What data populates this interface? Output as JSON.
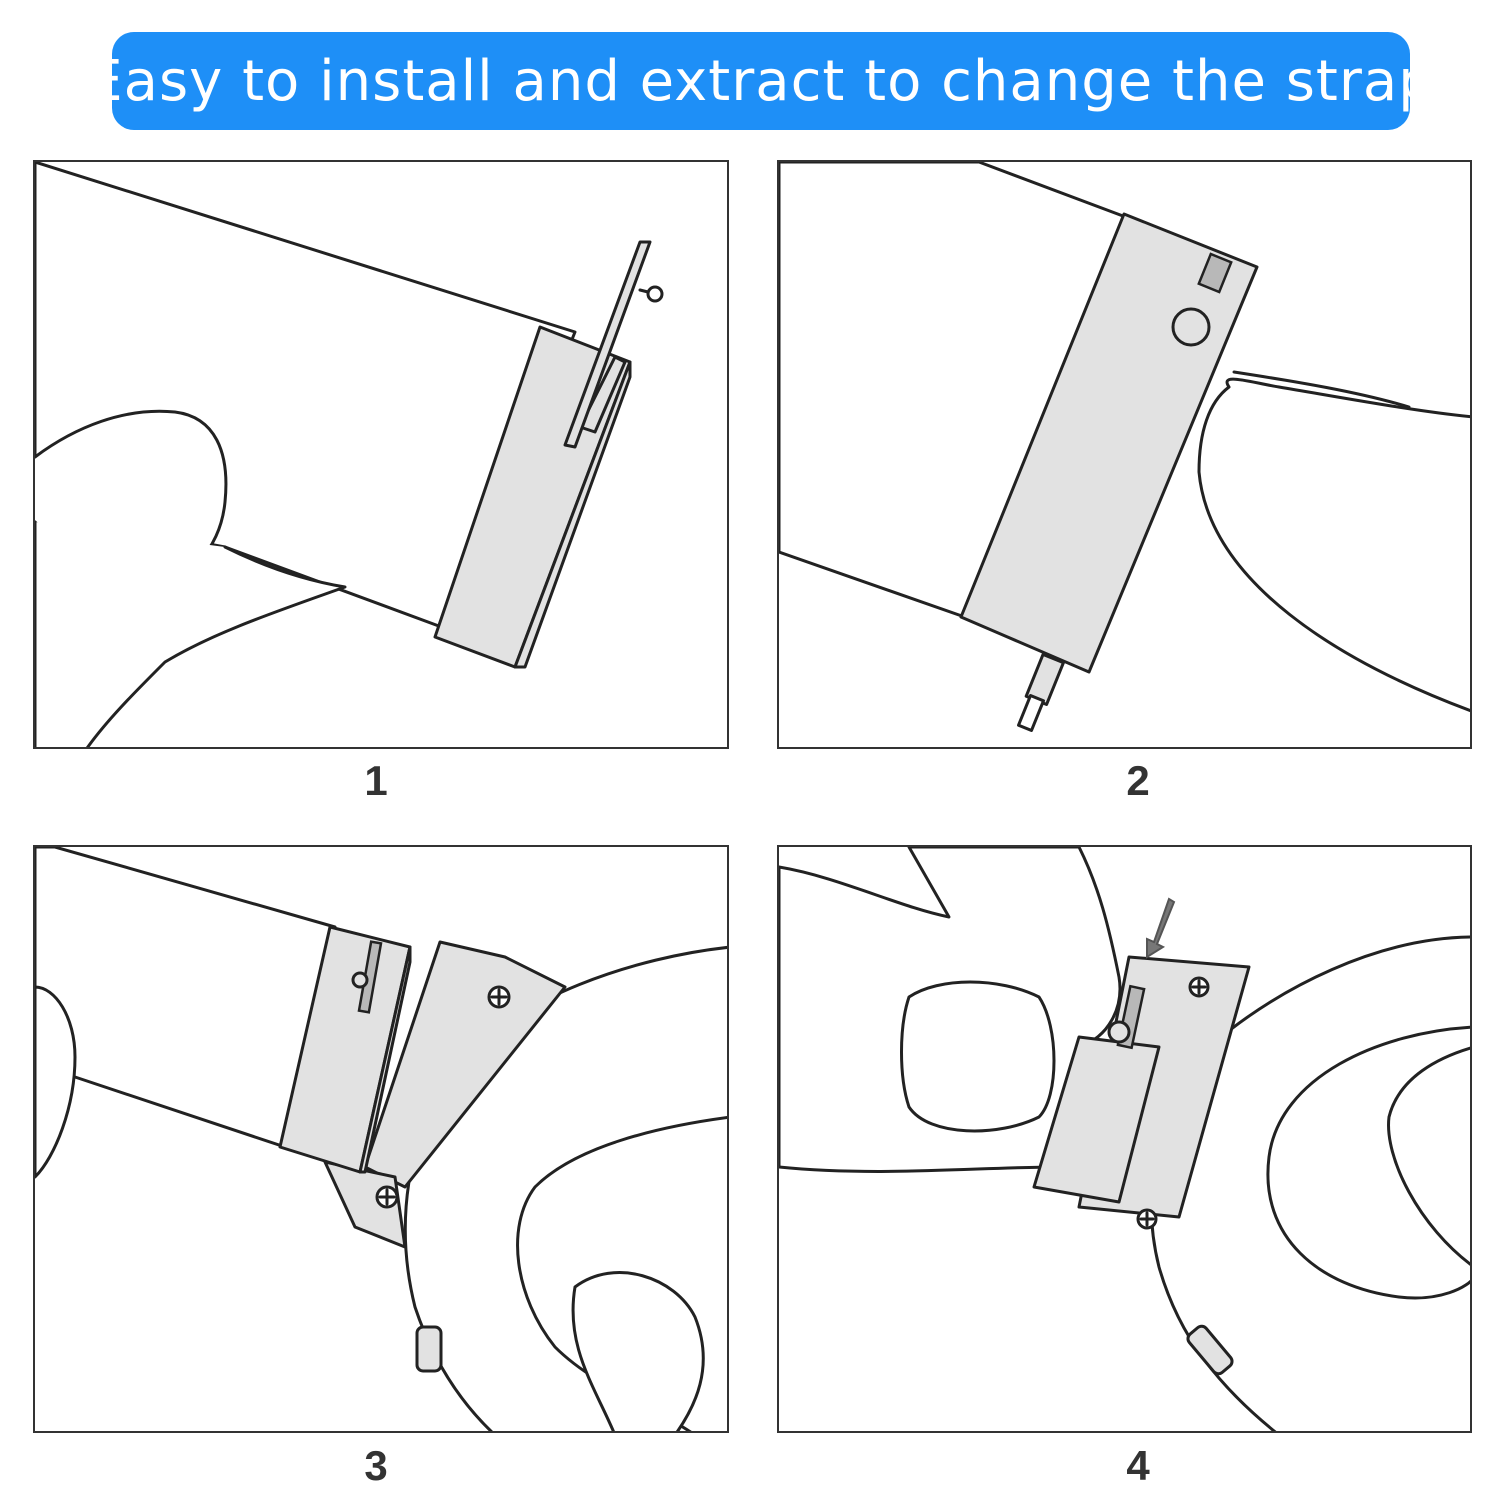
{
  "header": {
    "title": "Easy to install and extract to change the strap"
  },
  "steps": [
    {
      "number": "1",
      "icon": "strap-pin-insert-illustration"
    },
    {
      "number": "2",
      "icon": "strap-pin-press-illustration"
    },
    {
      "number": "3",
      "icon": "strap-align-watch-illustration"
    },
    {
      "number": "4",
      "icon": "strap-attach-watch-illustration"
    }
  ],
  "colors": {
    "banner": "#1e8ff7",
    "banner_text": "#ffffff",
    "line": "#222222",
    "metal": "#e2e2e2"
  }
}
